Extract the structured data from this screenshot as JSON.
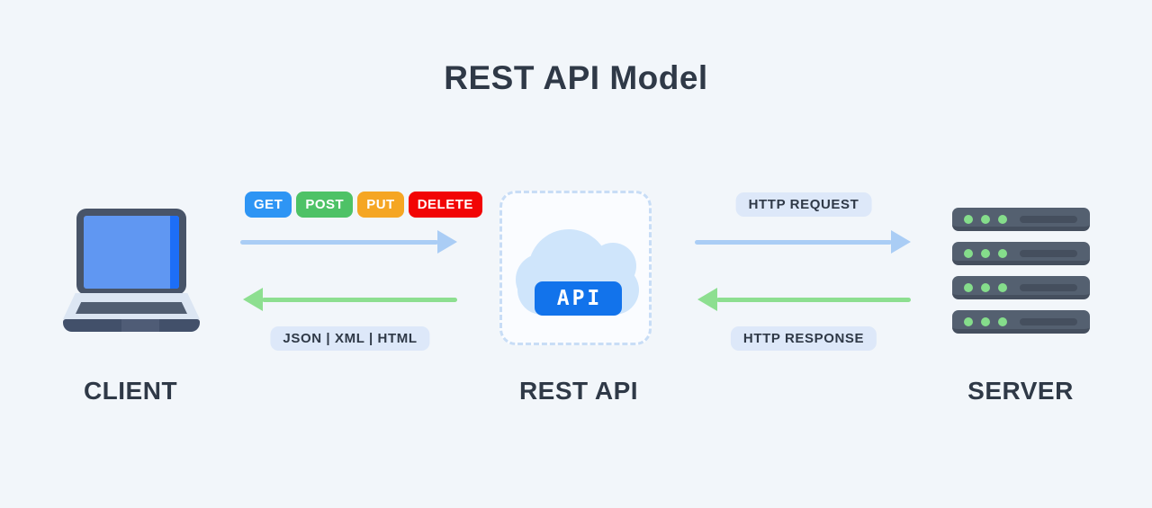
{
  "title": "REST API Model",
  "client": {
    "label": "CLIENT"
  },
  "rest_api": {
    "label": "REST API",
    "badge": "API"
  },
  "server": {
    "label": "SERVER"
  },
  "methods": [
    {
      "label": "GET",
      "color": "#2e95f4"
    },
    {
      "label": "POST",
      "color": "#4ec266"
    },
    {
      "label": "PUT",
      "color": "#f5a623"
    },
    {
      "label": "DELETE",
      "color": "#f20505"
    }
  ],
  "flows": {
    "request_label": "HTTP REQUEST",
    "response_label": "HTTP RESPONSE",
    "formats_label": "JSON | XML | HTML"
  },
  "colors": {
    "background": "#f2f6fa",
    "heading_text": "#2f3947",
    "request_arrow": "#aacdf5",
    "response_arrow": "#8ddf90",
    "pill_background": "#dde8f9",
    "api_badge_background": "#1273eb",
    "cloud": "#cfe5fb",
    "dashed_border": "#c8ddf6",
    "server_body": "#546070",
    "server_led": "#85dd8b",
    "laptop_frame": "#485468",
    "laptop_screen": "#6097f2"
  }
}
